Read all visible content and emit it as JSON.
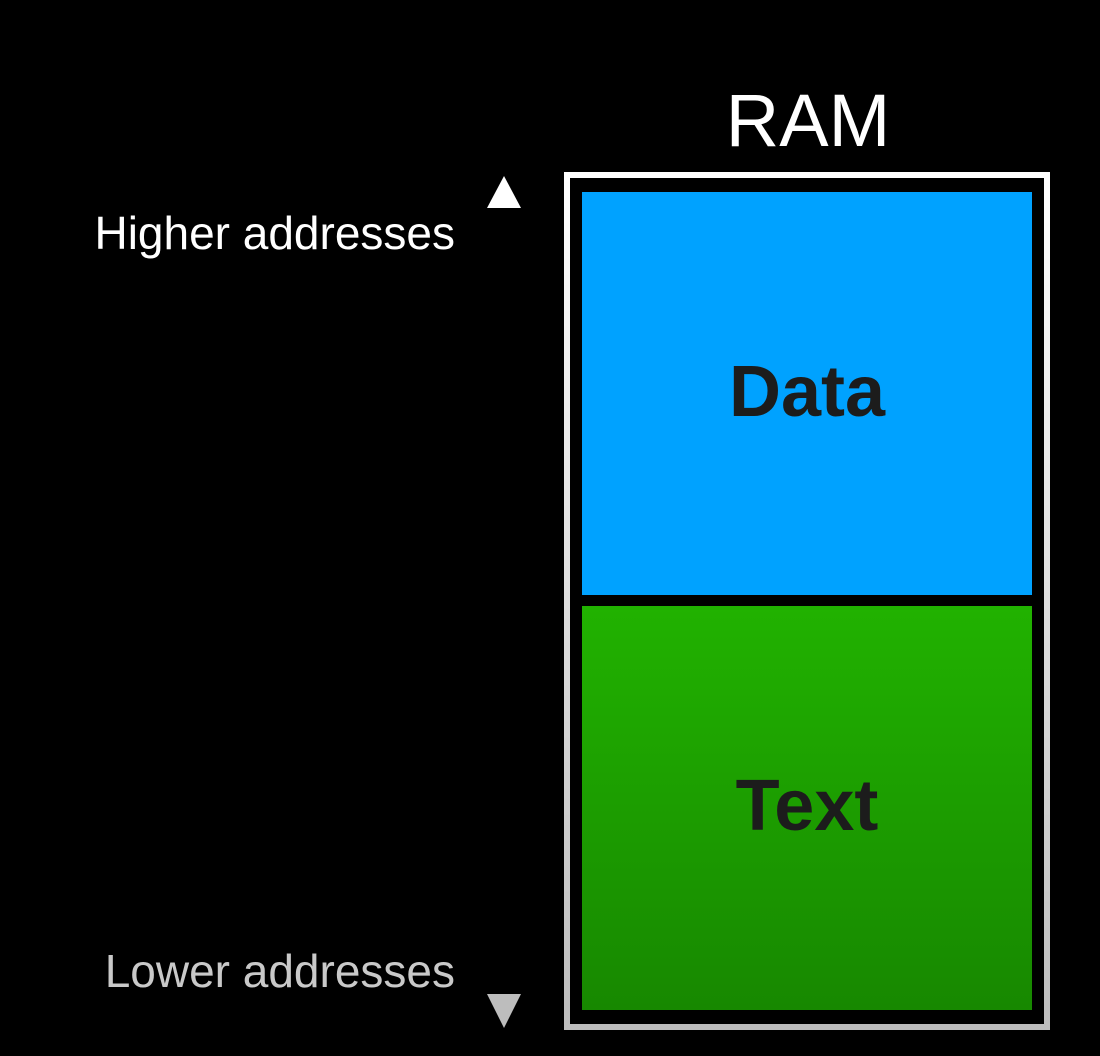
{
  "title": "RAM",
  "axis": {
    "top_label": "Higher addresses",
    "bottom_label": "Lower addresses"
  },
  "segments": [
    {
      "label": "Data",
      "color": "#00a2ff"
    },
    {
      "label": "Text",
      "color": "#1ea000"
    }
  ],
  "colors": {
    "background": "#000000",
    "outline": "#ffffff",
    "segment_text": "#1c1c1c"
  }
}
